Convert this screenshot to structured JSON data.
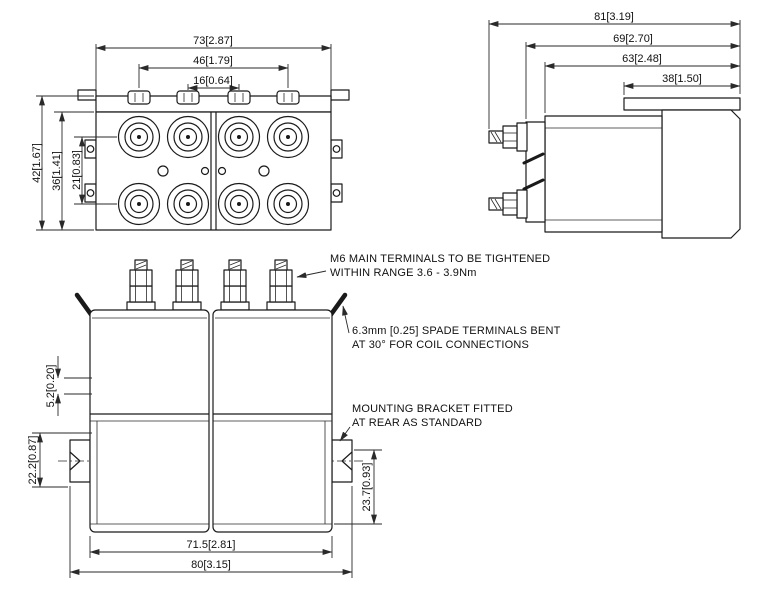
{
  "colors": {
    "line": "#1a1a1a",
    "background": "#ffffff"
  },
  "drawing": {
    "top_view": {
      "overall_width": "73[2.87]",
      "outer_terminal_spacing": "46[1.79]",
      "inner_terminal_spacing": "16[0.64]",
      "overall_depth": "42[1.67]",
      "body_depth": "36[1.41]",
      "terminal_row_spacing": "21[0.83]"
    },
    "side_view": {
      "overall_length": "81[3.19]",
      "length_to_flange": "69[2.70]",
      "body_length": "63[2.48]",
      "bracket_length": "38[1.50]"
    },
    "front_view": {
      "bracket_offset": "5.2[0.20]",
      "bracket_drop": "22.2[0.87]",
      "slot_to_base": "23.7[0.93]",
      "fixing_centres": "71.5[2.81]",
      "overall_width": "80[3.15]"
    },
    "notes": {
      "main_terminals": {
        "line1": "M6 MAIN TERMINALS TO BE TIGHTENED",
        "line2": "WITHIN RANGE 3.6 - 3.9Nm"
      },
      "spade_terminals": {
        "line1": "6.3mm [0.25] SPADE TERMINALS BENT",
        "line2": "AT 30° FOR COIL CONNECTIONS"
      },
      "mounting_bracket": {
        "line1": "MOUNTING BRACKET FITTED",
        "line2": "AT REAR AS STANDARD"
      }
    }
  }
}
